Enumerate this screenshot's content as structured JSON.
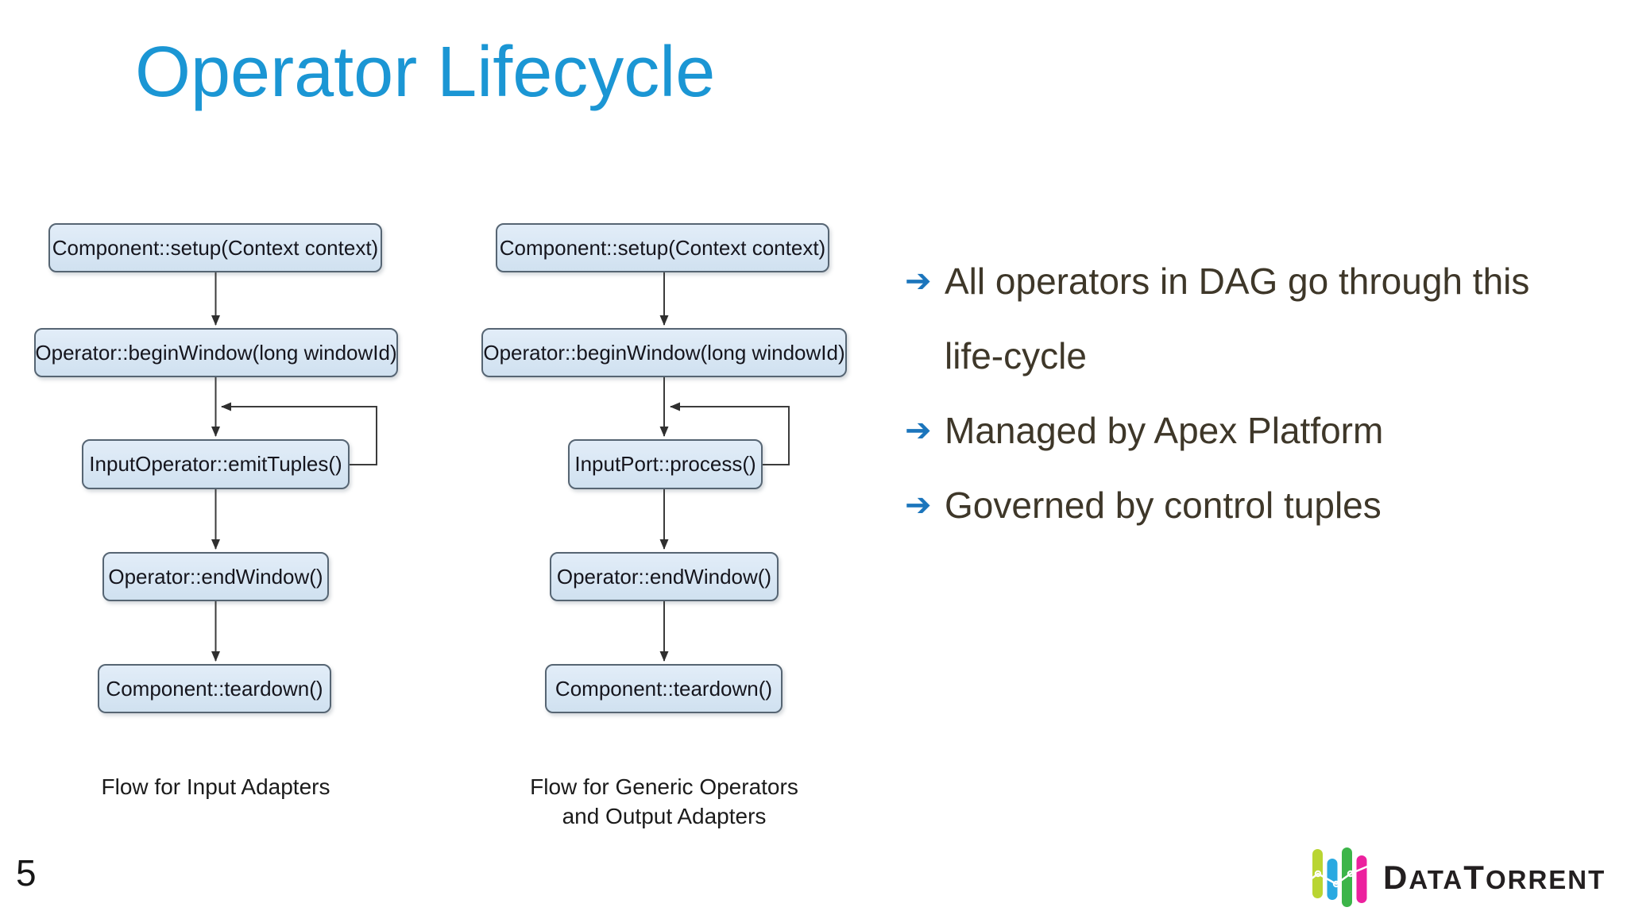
{
  "slide": {
    "title": "Operator Lifecycle",
    "page_number": "5"
  },
  "flowcharts": [
    {
      "caption_line1": "Flow for Input Adapters",
      "caption_line2": "",
      "boxes": [
        "Component::setup(Context context)",
        "Operator::beginWindow(long windowId)",
        "InputOperator::emitTuples()",
        "Operator::endWindow()",
        "Component::teardown()"
      ]
    },
    {
      "caption_line1": "Flow for Generic Operators",
      "caption_line2": "and Output Adapters",
      "boxes": [
        "Component::setup(Context context)",
        "Operator::beginWindow(long windowId)",
        "InputPort::process()",
        "Operator::endWindow()",
        "Component::teardown()"
      ]
    }
  ],
  "bullets": {
    "marker": "➔",
    "items": [
      "All operators in DAG go through this life-cycle",
      "Managed by Apex Platform",
      "Governed by control tuples"
    ]
  },
  "logo": {
    "brand": "DataTorrent",
    "segments": {
      "d": "D",
      "ata": "ATA",
      "t": "T",
      "orrent": "ORRENT"
    }
  },
  "colors": {
    "title_blue": "#1b96d4",
    "bullet_arrow_blue": "#1b75bc",
    "bullet_text": "#3e3729",
    "box_fill": "#d9e7f4",
    "box_border": "#566573",
    "connector": "#333333",
    "logo_lime": "#b9d532",
    "logo_blue": "#2aa9e1",
    "logo_green": "#3cb549",
    "logo_magenta": "#ec219e",
    "logo_text": "#231f20"
  }
}
